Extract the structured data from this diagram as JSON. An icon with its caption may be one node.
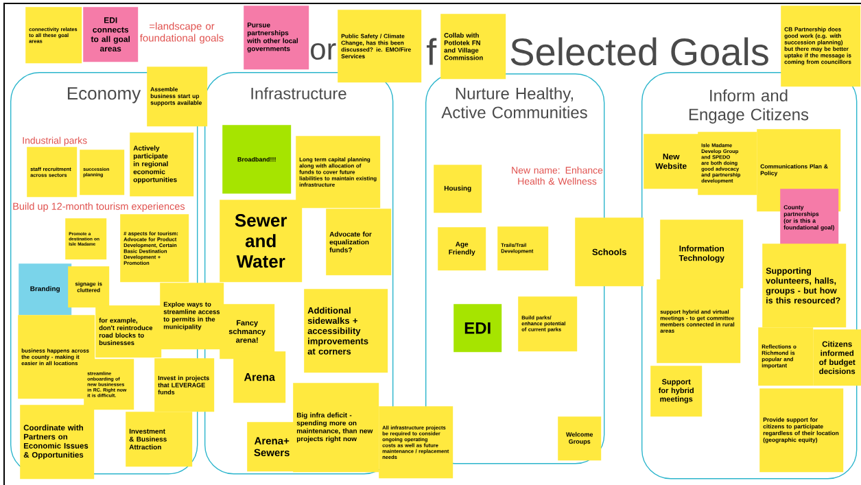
{
  "diagram": {
    "title": "Selected Goals",
    "nodes": [
      {
        "text": [
          "connectivity relates to all these goal areas"
        ]
      },
      {
        "text": [
          "EDI connects to all goal areas"
        ]
      },
      {
        "text": [
          "Pursue partnerships with other local governments"
        ]
      },
      {
        "text": [
          "Public Safety / Climate Change, has this been discussed? ie. EMO/Fire Services"
        ]
      },
      {
        "text": [
          "Collab with Potlotek FN and Village Commission"
        ]
      },
      {
        "text": [
          "CB Partnership does good work (e.g. with succession planning) but there may be better uptake if the message is coming from councillors"
        ]
      },
      {
        "text": [
          "Economy"
        ]
      },
      {
        "text": [
          "Assemble business start up supports available"
        ]
      },
      {
        "text": [
          "staff recruitment across sectors"
        ],
        "in": 6
      },
      {
        "text": [
          "succession planning"
        ],
        "in": 6
      },
      {
        "text": [
          "Actively participate in regional economic opportunities"
        ],
        "in": 6
      },
      {
        "text": [
          "Promote a destination on Isle Madame"
        ],
        "in": 6
      },
      {
        "text": [
          "# aspects for tourism: Advocate for Product Development, Certain Basic Destination Development + Promotion"
        ],
        "in": 6
      },
      {
        "text": [
          "Branding"
        ],
        "in": 6
      },
      {
        "text": [
          "signage is cluttered"
        ],
        "in": 6
      },
      {
        "text": [
          "Exploe ways to streamline access to permits in the municipality"
        ]
      },
      {
        "text": [
          "for example, don't reintroduce road blocks to businesses"
        ],
        "in": 6
      },
      {
        "text": [
          "business happens across the county - making it easier in all locations"
        ],
        "in": 6
      },
      {
        "text": [
          "streamline onboarding of new businesses in RC. Right now it is difficult."
        ],
        "in": 6
      },
      {
        "text": [
          "Invest in projects that LEVERAGE funds"
        ]
      },
      {
        "text": [
          "Coordinate with Partners on Economic Issues & Opportunities"
        ]
      },
      {
        "text": [
          "Investment & Business Attraction"
        ],
        "in": 6
      },
      {
        "text": [
          "Infrastructure"
        ]
      },
      {
        "text": [
          "Broadband!!!"
        ],
        "in": 22
      },
      {
        "text": [
          "Long term capital planning along with allocation of funds to cover future liabilities to maintain existing infrastructure"
        ],
        "in": 22
      },
      {
        "text": [
          "Sewer and Water"
        ],
        "in": 22
      },
      {
        "text": [
          "Advocate for equalization funds?"
        ],
        "in": 22
      },
      {
        "text": [
          "Fancy schmancy arena!"
        ],
        "in": 22
      },
      {
        "text": [
          "Additional sidewalks + accessibility improvements at corners"
        ],
        "in": 22
      },
      {
        "text": [
          "Arena"
        ],
        "in": 22
      },
      {
        "text": [
          "Big infra deficit - spending more on maintenance, than new projects right now"
        ],
        "in": 22
      },
      {
        "text": [
          "Arena+ Sewers"
        ],
        "in": 22
      },
      {
        "text": [
          "All infrastructure projects be required to consider ongoing operating costs as well as future maintenance / replacement needs"
        ]
      },
      {
        "text": [
          "Nurture Healthy, Active Communities"
        ]
      },
      {
        "text": [
          "Housing"
        ],
        "in": 33
      },
      {
        "text": [
          "Age Friendly"
        ],
        "in": 33
      },
      {
        "text": [
          "Trails/Trail Development"
        ],
        "in": 33
      },
      {
        "text": [
          "Schools"
        ]
      },
      {
        "text": [
          "EDI"
        ],
        "in": 33
      },
      {
        "text": [
          "Build parks/ enhance potential of current parks"
        ],
        "in": 33
      },
      {
        "text": [
          "Welcome Groups"
        ],
        "in": 33
      },
      {
        "text": [
          "Inform and Engage Citizens"
        ]
      },
      {
        "text": [
          "New Website"
        ],
        "in": 41
      },
      {
        "text": [
          "Isle Madame Develop Group and SPEDO are both doing good advocacy and partnership development"
        ],
        "in": 41
      },
      {
        "text": [
          "Communications Plan & Policy"
        ],
        "in": 41
      },
      {
        "text": [
          "County partnerships (or is this a foundational goal)"
        ],
        "in": 41
      },
      {
        "text": [
          "Information Technology"
        ],
        "in": 41
      },
      {
        "text": [
          "support hybrid and virtual meetings - to get committee members connected in rural areas"
        ],
        "in": 41
      },
      {
        "text": [
          "Supporting volunteers, halls, groups - but how is this resourced?"
        ],
        "in": 41
      },
      {
        "text": [
          "Reflections o Richmond is popular and important"
        ],
        "in": 41
      },
      {
        "text": [
          "Citizens informed of budget decisions"
        ]
      },
      {
        "text": [
          "Support for hybrid meetings"
        ],
        "in": 41
      },
      {
        "text": [
          "Provide support for citizens to participate regardless of their location (geographic equity)"
        ],
        "in": 41
      }
    ],
    "labels": [
      "=landscape or foundational goals",
      "or",
      "f",
      "Industrial parks",
      "Build up 12-month tourism experiences",
      "New name: Enhance Health & Wellness"
    ]
  }
}
